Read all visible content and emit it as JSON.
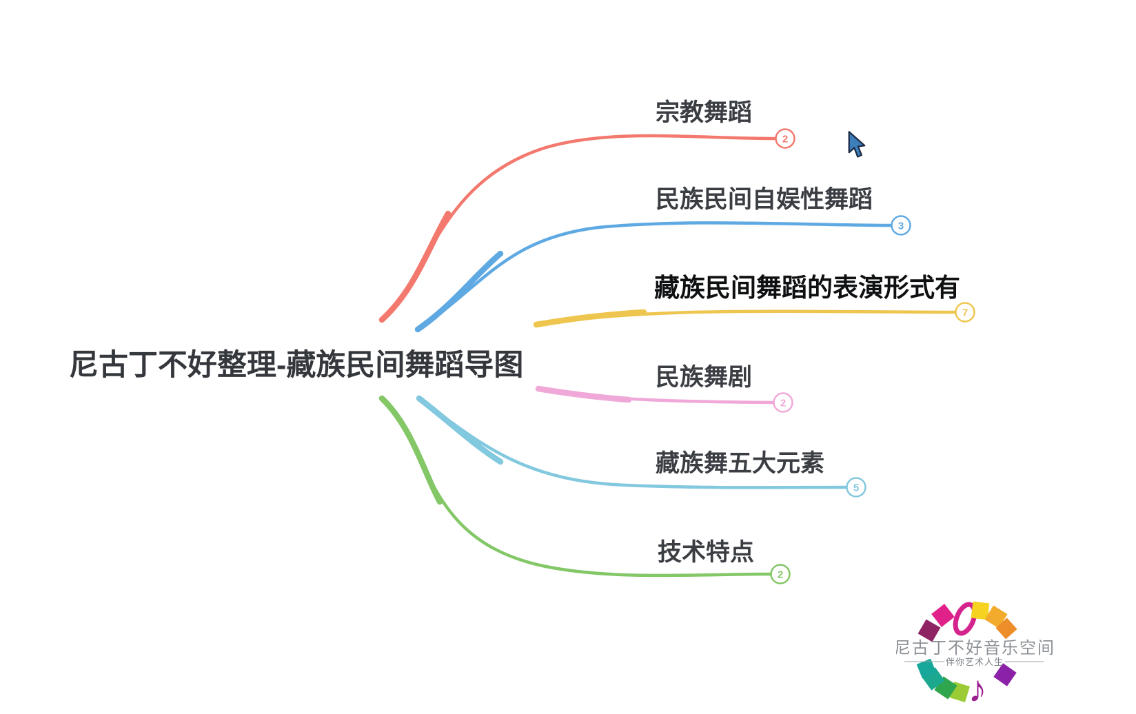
{
  "central": {
    "label": "尼古丁不好整理-藏族民间舞蹈导图"
  },
  "branches": [
    {
      "label": "宗教舞蹈",
      "count": "2",
      "color": "#f3796e"
    },
    {
      "label": "民族民间自娱性舞蹈",
      "count": "3",
      "color": "#5fa9e3"
    },
    {
      "label": "藏族民间舞蹈的表演形式有",
      "count": "7",
      "color": "#eec64f"
    },
    {
      "label": "民族舞剧",
      "count": "2",
      "color": "#f0a8d8"
    },
    {
      "label": "藏族舞五大元素",
      "count": "5",
      "color": "#82c8de"
    },
    {
      "label": "技术特点",
      "count": "2",
      "color": "#83c767"
    }
  ],
  "logo": {
    "title": "尼古丁不好音乐空间",
    "subtitle": "伴你艺术人生",
    "note_glyph": "♪",
    "palette": [
      "#8e2464",
      "#e0218a",
      "#d4238c",
      "#f5d320",
      "#f2ab2c",
      "#ee8e2b",
      "#8b21a6",
      "#9ccc35",
      "#2fa64e",
      "#1ca78f",
      "#18a79b",
      "#9c2090"
    ]
  }
}
